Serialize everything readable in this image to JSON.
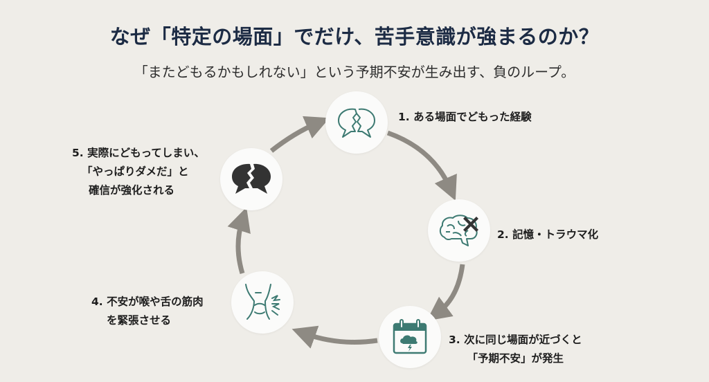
{
  "header": {
    "title": "なぜ「特定の場面」でだけ、苦手意識が強まるのか？",
    "subtitle": "「またどもるかもしれない」という予期不安が生み出す、負のループ。"
  },
  "colors": {
    "title": "#1c2b44",
    "accent": "#3d7a72",
    "arrow": "#8e8a83",
    "dark_icon": "#333333"
  },
  "steps": [
    {
      "icon": "broken-speech-bubbles-outline-icon",
      "lines": [
        "1. ある場面でどもった経験"
      ]
    },
    {
      "icon": "brain-with-x-icon",
      "lines": [
        "2. 記憶・トラウマ化"
      ]
    },
    {
      "icon": "calendar-storm-icon",
      "lines": [
        "3. 次に同じ場面が近づくと",
        "「予期不安」が発生"
      ]
    },
    {
      "icon": "tense-throat-icon",
      "lines": [
        "4. 不安が喉や舌の筋肉",
        "を緊張させる"
      ]
    },
    {
      "icon": "broken-speech-bubbles-solid-icon",
      "lines": [
        "5. 実際にどもってしまい、",
        "「やっぱりダメだ」と",
        "確信が強化される"
      ]
    }
  ]
}
